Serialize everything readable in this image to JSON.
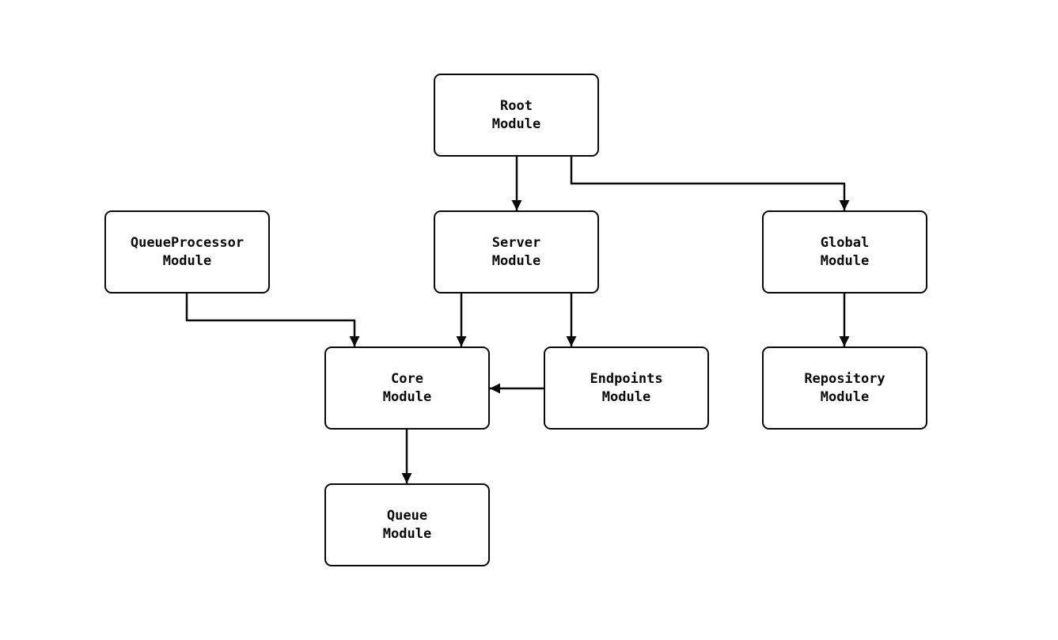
{
  "diagram": {
    "nodes": [
      {
        "id": "root",
        "line1": "Root",
        "line2": "Module"
      },
      {
        "id": "queueprocessor",
        "line1": "QueueProcessor",
        "line2": "Module"
      },
      {
        "id": "server",
        "line1": "Server",
        "line2": "Module"
      },
      {
        "id": "global",
        "line1": "Global",
        "line2": "Module"
      },
      {
        "id": "core",
        "line1": "Core",
        "line2": "Module"
      },
      {
        "id": "endpoints",
        "line1": "Endpoints",
        "line2": "Module"
      },
      {
        "id": "repository",
        "line1": "Repository",
        "line2": "Module"
      },
      {
        "id": "queue",
        "line1": "Queue",
        "line2": "Module"
      }
    ],
    "edges": [
      {
        "from": "Root Module",
        "to": "Server Module"
      },
      {
        "from": "Root Module",
        "to": "Global Module"
      },
      {
        "from": "QueueProcessor Module",
        "to": "Core Module"
      },
      {
        "from": "Server Module",
        "to": "Core Module"
      },
      {
        "from": "Server Module",
        "to": "Endpoints Module"
      },
      {
        "from": "Endpoints Module",
        "to": "Core Module"
      },
      {
        "from": "Global Module",
        "to": "Repository Module"
      },
      {
        "from": "Core Module",
        "to": "Queue Module"
      }
    ],
    "colors": {
      "background": "#ffffff",
      "node_fill": "#ffffff",
      "node_border": "#0a0a0a",
      "edge": "#0a0a0a"
    }
  }
}
